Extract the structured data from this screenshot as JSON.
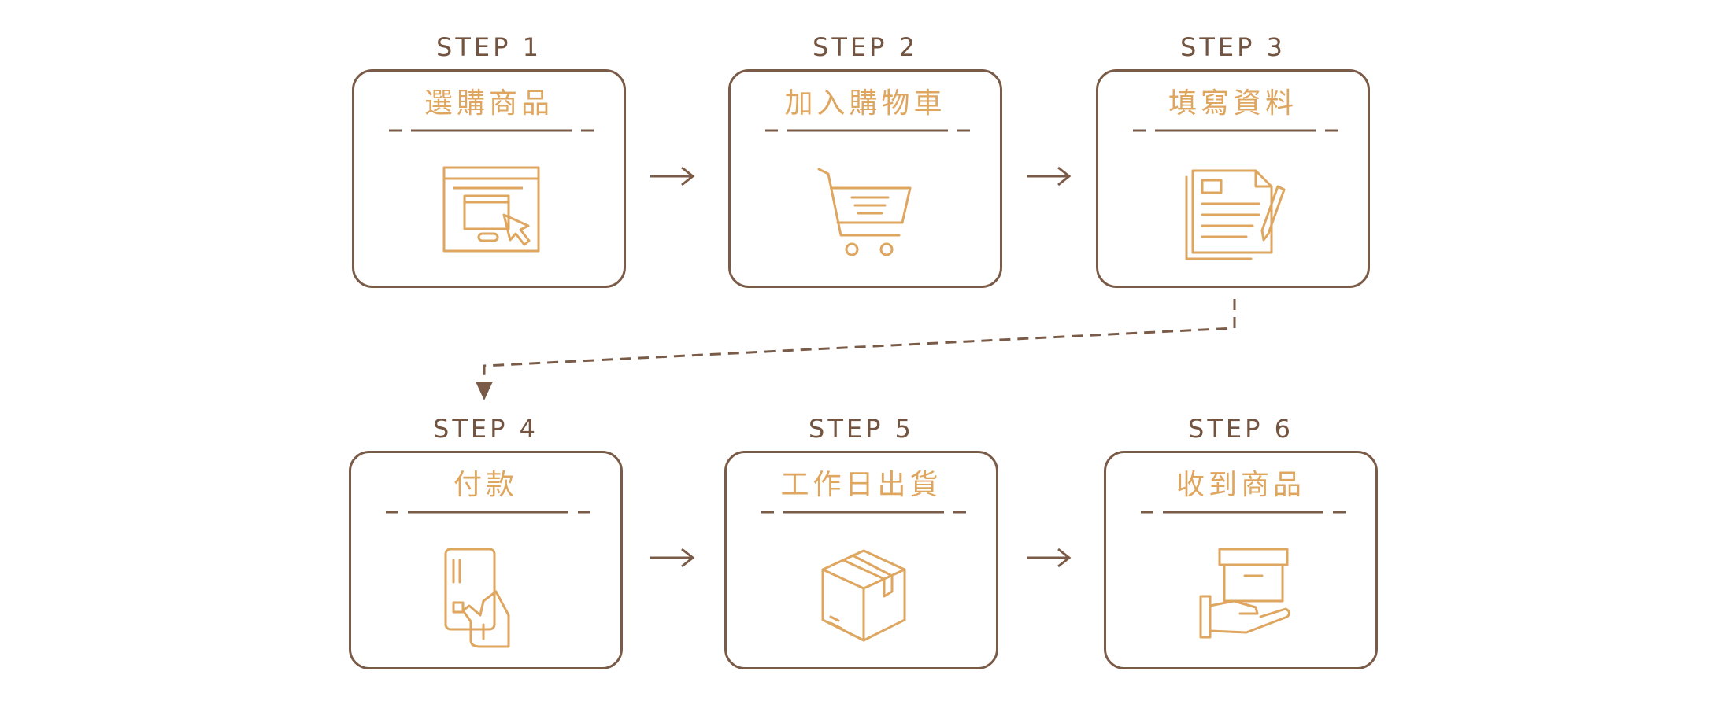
{
  "colors": {
    "brown": "#7a5b48",
    "gold": "#dea65f"
  },
  "steps": [
    {
      "label": "STEP 1",
      "title": "選購商品",
      "icon": "browser-cursor-icon"
    },
    {
      "label": "STEP 2",
      "title": "加入購物車",
      "icon": "shopping-cart-icon"
    },
    {
      "label": "STEP 3",
      "title": "填寫資料",
      "icon": "document-pen-icon"
    },
    {
      "label": "STEP 4",
      "title": "付款",
      "icon": "card-in-hand-icon"
    },
    {
      "label": "STEP 5",
      "title": "工作日出貨",
      "icon": "package-box-icon"
    },
    {
      "label": "STEP 6",
      "title": "收到商品",
      "icon": "box-in-hand-icon"
    }
  ]
}
